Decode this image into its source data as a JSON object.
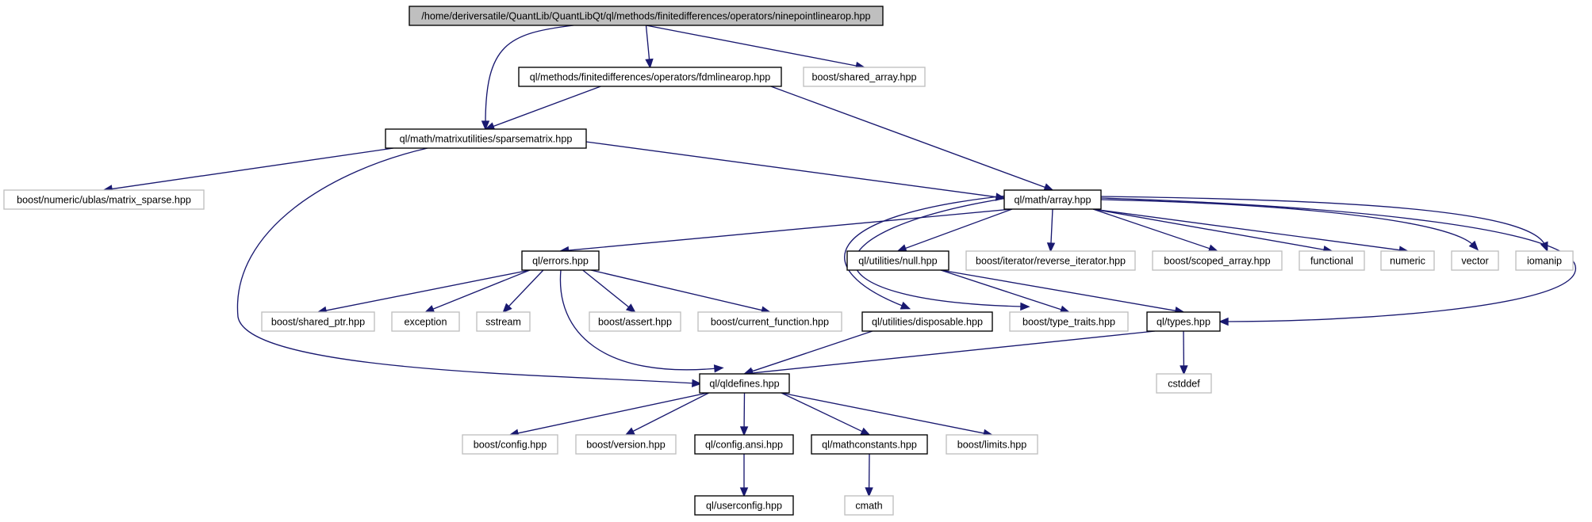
{
  "diagram": {
    "type": "include-dependency-graph",
    "nodes": [
      {
        "id": "root",
        "label": "/home/deriversatile/QuantLib/QuantLibQt/ql/methods/finitedifferences/operators/ninepointlinearop.hpp",
        "kind": "root"
      },
      {
        "id": "fdmlinearop",
        "label": "ql/methods/finitedifferences/operators/fdmlinearop.hpp",
        "kind": "local"
      },
      {
        "id": "shared_array",
        "label": "boost/shared_array.hpp",
        "kind": "external"
      },
      {
        "id": "sparsematrix",
        "label": "ql/math/matrixutilities/sparsematrix.hpp",
        "kind": "local"
      },
      {
        "id": "matrix_sparse",
        "label": "boost/numeric/ublas/matrix_sparse.hpp",
        "kind": "external"
      },
      {
        "id": "array",
        "label": "ql/math/array.hpp",
        "kind": "local"
      },
      {
        "id": "errors",
        "label": "ql/errors.hpp",
        "kind": "local"
      },
      {
        "id": "null",
        "label": "ql/utilities/null.hpp",
        "kind": "local"
      },
      {
        "id": "reverse_iterator",
        "label": "boost/iterator/reverse_iterator.hpp",
        "kind": "external"
      },
      {
        "id": "scoped_array",
        "label": "boost/scoped_array.hpp",
        "kind": "external"
      },
      {
        "id": "functional",
        "label": "functional",
        "kind": "external"
      },
      {
        "id": "numeric",
        "label": "numeric",
        "kind": "external"
      },
      {
        "id": "vector",
        "label": "vector",
        "kind": "external"
      },
      {
        "id": "iomanip",
        "label": "iomanip",
        "kind": "external"
      },
      {
        "id": "shared_ptr",
        "label": "boost/shared_ptr.hpp",
        "kind": "external"
      },
      {
        "id": "exception",
        "label": "exception",
        "kind": "external"
      },
      {
        "id": "sstream",
        "label": "sstream",
        "kind": "external"
      },
      {
        "id": "assert",
        "label": "boost/assert.hpp",
        "kind": "external"
      },
      {
        "id": "current_function",
        "label": "boost/current_function.hpp",
        "kind": "external"
      },
      {
        "id": "disposable",
        "label": "ql/utilities/disposable.hpp",
        "kind": "local"
      },
      {
        "id": "type_traits",
        "label": "boost/type_traits.hpp",
        "kind": "external"
      },
      {
        "id": "types",
        "label": "ql/types.hpp",
        "kind": "local"
      },
      {
        "id": "qldefines",
        "label": "ql/qldefines.hpp",
        "kind": "local"
      },
      {
        "id": "cstddef",
        "label": "cstddef",
        "kind": "external"
      },
      {
        "id": "config",
        "label": "boost/config.hpp",
        "kind": "external"
      },
      {
        "id": "version",
        "label": "boost/version.hpp",
        "kind": "external"
      },
      {
        "id": "config_ansi",
        "label": "ql/config.ansi.hpp",
        "kind": "local"
      },
      {
        "id": "mathconstants",
        "label": "ql/mathconstants.hpp",
        "kind": "local"
      },
      {
        "id": "limits",
        "label": "boost/limits.hpp",
        "kind": "external"
      },
      {
        "id": "userconfig",
        "label": "ql/userconfig.hpp",
        "kind": "local"
      },
      {
        "id": "cmath",
        "label": "cmath",
        "kind": "external"
      }
    ],
    "edges": [
      [
        "root",
        "sparsematrix"
      ],
      [
        "root",
        "fdmlinearop"
      ],
      [
        "root",
        "shared_array"
      ],
      [
        "fdmlinearop",
        "sparsematrix"
      ],
      [
        "fdmlinearop",
        "array"
      ],
      [
        "sparsematrix",
        "matrix_sparse"
      ],
      [
        "sparsematrix",
        "array"
      ],
      [
        "sparsematrix",
        "qldefines"
      ],
      [
        "array",
        "errors"
      ],
      [
        "array",
        "null"
      ],
      [
        "array",
        "reverse_iterator"
      ],
      [
        "array",
        "scoped_array"
      ],
      [
        "array",
        "functional"
      ],
      [
        "array",
        "numeric"
      ],
      [
        "array",
        "vector"
      ],
      [
        "array",
        "iomanip"
      ],
      [
        "array",
        "disposable"
      ],
      [
        "array",
        "type_traits"
      ],
      [
        "array",
        "types"
      ],
      [
        "errors",
        "shared_ptr"
      ],
      [
        "errors",
        "exception"
      ],
      [
        "errors",
        "sstream"
      ],
      [
        "errors",
        "assert"
      ],
      [
        "errors",
        "current_function"
      ],
      [
        "errors",
        "qldefines"
      ],
      [
        "null",
        "type_traits"
      ],
      [
        "null",
        "types"
      ],
      [
        "disposable",
        "qldefines"
      ],
      [
        "types",
        "qldefines"
      ],
      [
        "types",
        "cstddef"
      ],
      [
        "qldefines",
        "config"
      ],
      [
        "qldefines",
        "version"
      ],
      [
        "qldefines",
        "config_ansi"
      ],
      [
        "qldefines",
        "mathconstants"
      ],
      [
        "qldefines",
        "limits"
      ],
      [
        "config_ansi",
        "userconfig"
      ],
      [
        "mathconstants",
        "cmath"
      ]
    ]
  }
}
